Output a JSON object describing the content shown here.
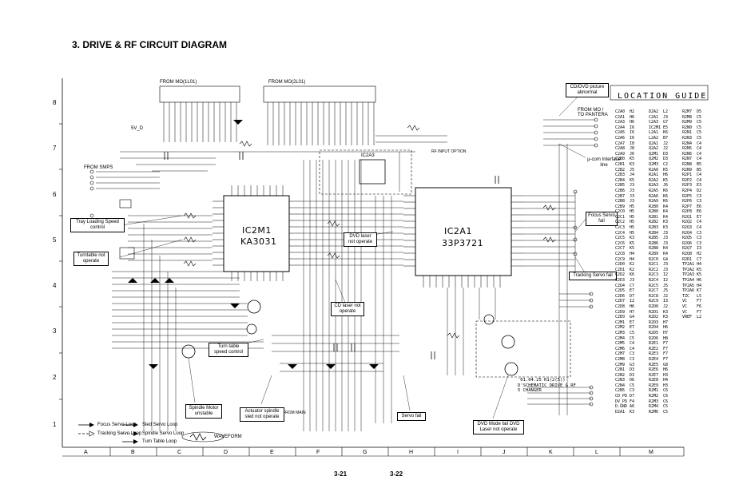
{
  "title": "3. DRIVE & RF CIRCUIT DIAGRAM",
  "grid_rows": [
    "8",
    "7",
    "6",
    "5",
    "4",
    "3",
    "2",
    "1"
  ],
  "grid_cols": [
    "A",
    "B",
    "C",
    "D",
    "E",
    "F",
    "G",
    "H",
    "I",
    "J",
    "K",
    "L",
    "M"
  ],
  "ic_labels": [
    "IC2M1",
    "KA3031",
    "IC2A1",
    "33P3721",
    "IC2A3"
  ],
  "connector_labels": {
    "from_mo": "FROM MO(1L01)",
    "from_mo2": "FROM MO(2L01)",
    "from_smps": "FROM SMPS",
    "from_mo_panel": "FROM MO / TO PANTERA",
    "rf_input": "RF INPUT OPTION",
    "from_main": "FROM MAIN",
    "v5d": "5V_D"
  },
  "callouts": {
    "cd_dvd_picture": "CD/DVD picture abnormal",
    "ucom_interface": "µ-com Interface line",
    "tray_loading": "Tray Loading Speed control",
    "turntable_not_operate": "Turntable not operate",
    "dvd_laser": "DVD laser not operate",
    "focus_servo_fail": "Focus Servo fail",
    "tracking_servo_fail": "Tracking Servo fail",
    "cd_laser": "CD laser not operate",
    "turn_table_speed": "Turn table speed control",
    "spindle_motor": "Spindle Motor unstable",
    "actuator_spindle": "Actuator spindle sled not operate",
    "servo_fail": "Servo fail",
    "dvd_mode_fail": "DVD Mode fail DVD Laser not operate"
  },
  "legend": {
    "focus": "Focus Servo Loop",
    "sled": "Sled Servo Loop",
    "tracking": "Tracking Servo Loop",
    "spindle": "Spindle Servo Loop",
    "turntable": "Turn Table Loop",
    "waveform": "WAVEFORM"
  },
  "stamp_text": [
    "'01.04.25 R1(2(5))",
    "D'SCHEMATIC DRIVE & RF",
    "5 CHANGER"
  ],
  "page_numbers": [
    "3-21",
    "3-22"
  ],
  "location_guide": {
    "title": "LOCATION GUIDE",
    "rows": [
      [
        "C2A0",
        "H2",
        "D2A2",
        "L2",
        "R2M7",
        "D5"
      ],
      [
        "C2A1",
        "H6",
        "C2A1",
        "J3",
        "R2M8",
        "C5"
      ],
      [
        "C2A3",
        "H6",
        "C2A3",
        "G7",
        "R2M9",
        "C5"
      ],
      [
        "C2A4",
        "I6",
        "IC2M1",
        "E5",
        "R2N0",
        "C5"
      ],
      [
        "C2A5",
        "I6",
        "L2A1",
        "K6",
        "R2N1",
        "C5"
      ],
      [
        "C2A6",
        "I6",
        "L2A2",
        "B7",
        "R2N3",
        "C5"
      ],
      [
        "C2A7",
        "I8",
        "Q2A1",
        "J2",
        "R2N4",
        "C4"
      ],
      [
        "C2A8",
        "J8",
        "Q2A2",
        "J2",
        "R2N5",
        "C4"
      ],
      [
        "C2A9",
        "J6",
        "Q2M1",
        "D3",
        "R2N6",
        "C4"
      ],
      [
        "C2B0",
        "K5",
        "Q2M2",
        "D3",
        "R2N7",
        "C4"
      ],
      [
        "C2B1",
        "K3",
        "Q2M3",
        "C2",
        "R2N8",
        "B5"
      ],
      [
        "C2B2",
        "J5",
        "R2A0",
        "K5",
        "R2N9",
        "B5"
      ],
      [
        "C2B3",
        "J4",
        "R2A1",
        "H6",
        "R2P1",
        "C4"
      ],
      [
        "C2B4",
        "K5",
        "R2A2",
        "K5",
        "R2P2",
        "C4"
      ],
      [
        "C2B5",
        "J3",
        "R2A3",
        "J6",
        "R2P3",
        "E3"
      ],
      [
        "C2B6",
        "J3",
        "R2A5",
        "K6",
        "R2P4",
        "D2"
      ],
      [
        "C2B7",
        "J3",
        "R2A6",
        "K6",
        "R2P5",
        "C3"
      ],
      [
        "C2B8",
        "J3",
        "R2A9",
        "K6",
        "R2P6",
        "C3"
      ],
      [
        "C2B9",
        "H5",
        "R2B0",
        "K4",
        "R2P7",
        "E6"
      ],
      [
        "C2C0",
        "H5",
        "R2B0",
        "K4",
        "R2P8",
        "E6"
      ],
      [
        "C2C1",
        "H5",
        "R2B1",
        "K4",
        "R2Q1",
        "E7"
      ],
      [
        "C2C2",
        "H5",
        "R2B2",
        "K3",
        "R2Q2",
        "C4"
      ],
      [
        "C2C3",
        "H5",
        "R2B3",
        "K3",
        "R2Q3",
        "C4"
      ],
      [
        "C2C4",
        "H5",
        "R2B4",
        "J3",
        "R2Q4",
        "C3"
      ],
      [
        "C2C5",
        "K3",
        "R2B5",
        "J3",
        "R2Q5",
        "C3"
      ],
      [
        "C2C6",
        "K5",
        "R2B6",
        "J3",
        "R2Q6",
        "C3"
      ],
      [
        "C2C7",
        "K5",
        "R2B8",
        "K4",
        "R2Q7",
        "I3"
      ],
      [
        "C2C8",
        "H4",
        "R2B9",
        "K4",
        "R2Q8",
        "H2"
      ],
      [
        "C2C9",
        "H4",
        "R2C0",
        "G4",
        "R2R1",
        "C7"
      ],
      [
        "C2D0",
        "K2",
        "R2C1",
        "J3",
        "TP2A1",
        "H4"
      ],
      [
        "C2D1",
        "K2",
        "R2C2",
        "J3",
        "TP2A2",
        "K5"
      ],
      [
        "C2D2",
        "K6",
        "R2C3",
        "I2",
        "TP2A3",
        "K5"
      ],
      [
        "C2D3",
        "J3",
        "R2C4",
        "I2",
        "TP2A4",
        "H6"
      ],
      [
        "C2D4",
        "C7",
        "R2C5",
        "J5",
        "TP2A5",
        "H4"
      ],
      [
        "C2D5",
        "E7",
        "R2C7",
        "J5",
        "TP2A6",
        "K7"
      ],
      [
        "C2D6",
        "D7",
        "R2C8",
        "J2",
        "TZC",
        "L5"
      ],
      [
        "C2D7",
        "I2",
        "R2C9",
        "I3",
        "VC",
        "F7"
      ],
      [
        "C2D8",
        "H6",
        "R2D0",
        "J2",
        "VC",
        "F6"
      ],
      [
        "C2D9",
        "H7",
        "R2D1",
        "K3",
        "VC",
        "F7"
      ],
      [
        "C2E0",
        "G4",
        "R2D2",
        "K3",
        "VREF",
        "L2"
      ],
      [
        "C2M1",
        "E7",
        "R2D3",
        "H7",
        "",
        ""
      ],
      [
        "C2M2",
        "E7",
        "R2D4",
        "H6",
        "",
        ""
      ],
      [
        "C2M3",
        "C5",
        "R2D5",
        "H7",
        "",
        ""
      ],
      [
        "C2M4",
        "C5",
        "R2D6",
        "H8",
        "",
        ""
      ],
      [
        "C2M5",
        "C4",
        "R2E1",
        "F7",
        "",
        ""
      ],
      [
        "C2M6",
        "C4",
        "R2E2",
        "F7",
        "",
        ""
      ],
      [
        "C2M7",
        "C3",
        "R2E3",
        "F7",
        "",
        ""
      ],
      [
        "C2M8",
        "C3",
        "R2E4",
        "F7",
        "",
        ""
      ],
      [
        "C2M9",
        "G3",
        "R2E5",
        "G8",
        "",
        ""
      ],
      [
        "C2N1",
        "D3",
        "R2E6",
        "H6",
        "",
        ""
      ],
      [
        "C2N2",
        "D3",
        "R2E7",
        "H3",
        "",
        ""
      ],
      [
        "C2N3",
        "D6",
        "R2E8",
        "H4",
        "",
        ""
      ],
      [
        "C2N4",
        "C5",
        "R2E9",
        "H3",
        "",
        ""
      ],
      [
        "C2N5",
        "C3",
        "R2M1",
        "C6",
        "",
        ""
      ],
      [
        "CD_PD",
        "D7",
        "R2M2",
        "C6",
        "",
        ""
      ],
      [
        "DV_PD",
        "F4",
        "R2M3",
        "C6",
        "",
        ""
      ],
      [
        "D.GND",
        "A6",
        "R2M4",
        "C5",
        "",
        ""
      ],
      [
        "D2A1",
        "K3",
        "R2M6",
        "C5",
        "",
        ""
      ]
    ]
  }
}
